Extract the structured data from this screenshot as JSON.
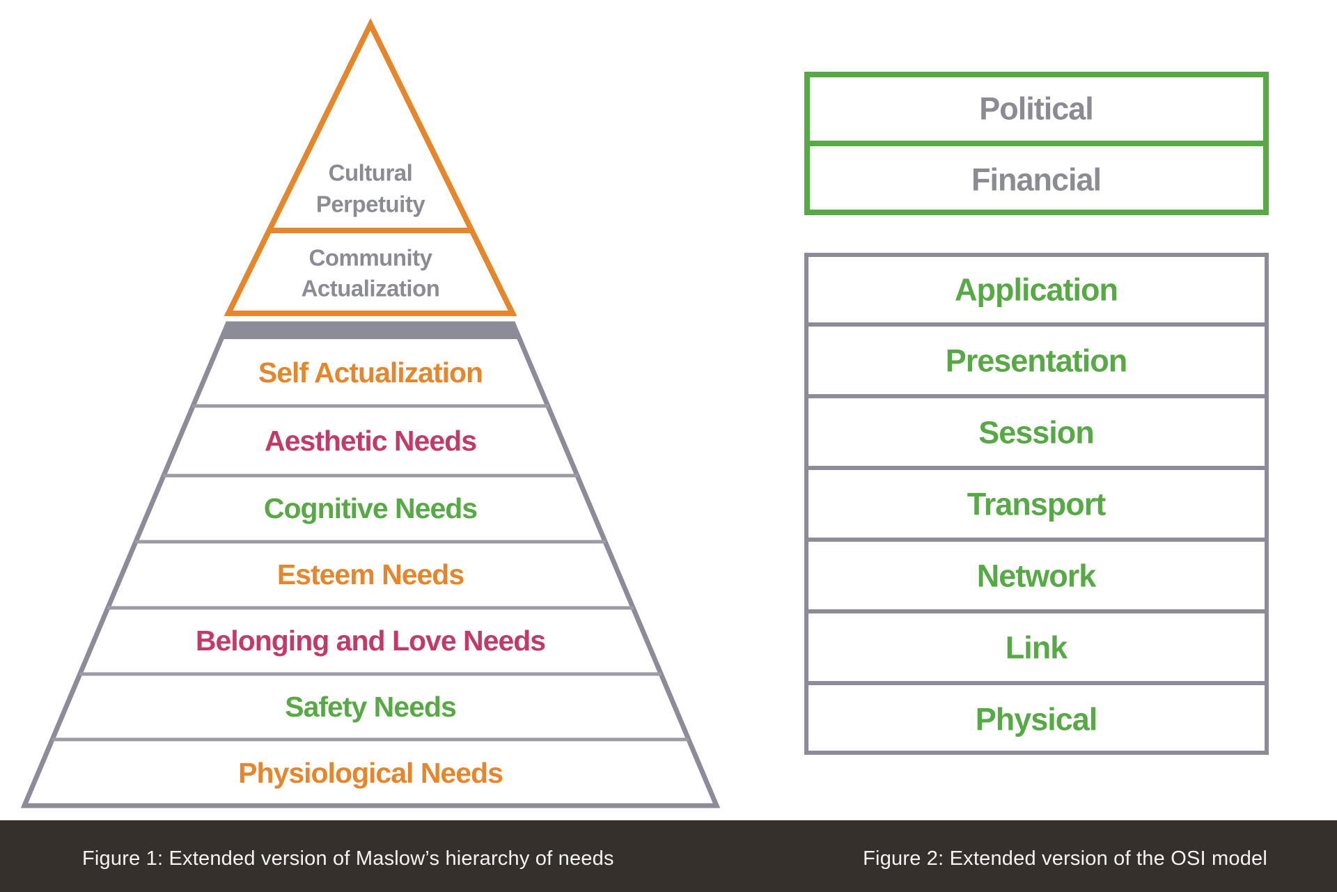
{
  "background_color": "#ffffff",
  "colors": {
    "orange": "#E6862C",
    "pink": "#C23A66",
    "green": "#57A945",
    "gray_text": "#8B8B93",
    "gray_outline": "#8C8C98",
    "gray_divider": "#9B9BA5",
    "caption_bar_bg": "#35302B",
    "caption_text": "#F6F3F0"
  },
  "maslow": {
    "cap": {
      "border_color": "#E6862C",
      "text_color": "#8B8B93",
      "levels": [
        {
          "label": "Cultural Perpetuity",
          "line1": "Cultural",
          "line2": "Perpetuity"
        },
        {
          "label": "Community Actualization",
          "line1": "Community",
          "line2": "Actualization"
        }
      ]
    },
    "pyramid": {
      "outline_color": "#8C8C98",
      "divider_color": "#9B9BA5",
      "top_bar_color": "#8C8C98",
      "levels": [
        {
          "label": "Self Actualization",
          "color": "#E6862C"
        },
        {
          "label": "Aesthetic Needs",
          "color": "#C23A66"
        },
        {
          "label": "Cognitive Needs",
          "color": "#57A945"
        },
        {
          "label": "Esteem Needs",
          "color": "#E6862C"
        },
        {
          "label": "Belonging and Love Needs",
          "color": "#C23A66"
        },
        {
          "label": "Safety Needs",
          "color": "#57A945"
        },
        {
          "label": "Physiological Needs",
          "color": "#E6862C"
        }
      ]
    }
  },
  "osi": {
    "extension": {
      "border_color": "#57A945",
      "text_color": "#8B8B93",
      "layers": [
        {
          "label": "Political"
        },
        {
          "label": "Financial"
        }
      ]
    },
    "stack": {
      "border_color": "#8C8C98",
      "text_color": "#57A945",
      "layers": [
        {
          "label": "Application"
        },
        {
          "label": "Presentation"
        },
        {
          "label": "Session"
        },
        {
          "label": "Transport"
        },
        {
          "label": "Network"
        },
        {
          "label": "Link"
        },
        {
          "label": "Physical"
        }
      ]
    }
  },
  "caption_bar": {
    "bg_color": "#35302B",
    "text_color": "#F6F3F0",
    "figure1_caption": "Figure 1: Extended version of Maslow’s hierarchy of needs",
    "figure2_caption": "Figure 2: Extended version of the OSI model"
  }
}
